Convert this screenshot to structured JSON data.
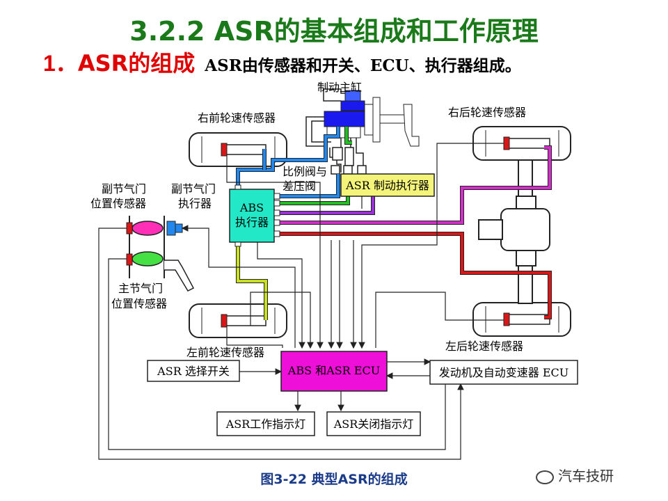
{
  "heading": {
    "title": "3.2.2  ASR的基本组成和工作原理",
    "section_number": "1．",
    "section_title": "ASR的组成",
    "section_desc": "ASR由传感器和开关、ECU、执行器组成。"
  },
  "diagram": {
    "labels": {
      "master_cylinder": "制动主缸",
      "fr_sensor": "右前轮速传感器",
      "rr_sensor": "右后轮速传感器",
      "fl_sensor": "左前轮速传感器",
      "rl_sensor": "左后轮速传感器",
      "sub_throttle_sensor_1": "副节气门",
      "sub_throttle_sensor_2": "位置传感器",
      "sub_throttle_actuator_1": "副节气门",
      "sub_throttle_actuator_2": "执行器",
      "main_throttle_sensor_1": "主节气门",
      "main_throttle_sensor_2": "位置传感器",
      "proportion_valve_1": "比例阀与",
      "proportion_valve_2": "差压阀",
      "abs_actuator_1": "ABS",
      "abs_actuator_2": "执行器",
      "asr_brake_actuator": "ASR 制动执行器",
      "ecu": "ABS 和ASR  ECU",
      "asr_switch": "ASR 选择开关",
      "engine_ecu": "发动机及自动变速器 ECU",
      "asr_work_lamp": "ASR工作指示灯",
      "asr_off_lamp": "ASR关闭指示灯"
    },
    "colors": {
      "abs_actuator": "#22e8c8",
      "asr_actuator": "#f4f47a",
      "ecu": "#ee10d8",
      "line_blue": "#2288ee",
      "line_green": "#22c022",
      "line_olive": "#c8e020",
      "line_purple": "#9b30d8",
      "line_magenta": "#d030c8",
      "line_red": "#d81818",
      "master_blue": "#1a1aee"
    }
  },
  "caption": "图3-22  典型ASR的组成",
  "watermark": "汽车技研"
}
